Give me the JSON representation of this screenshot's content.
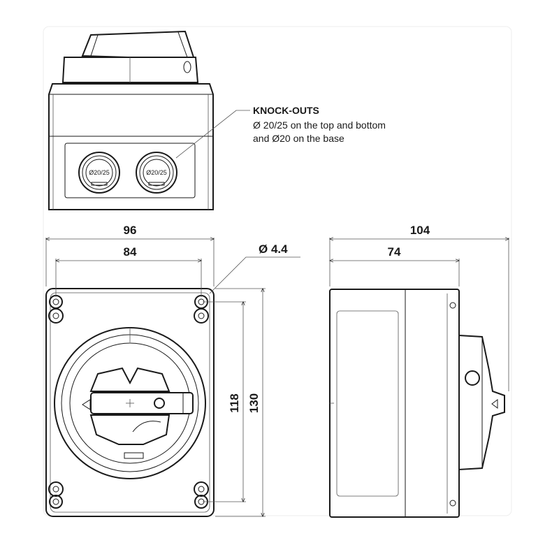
{
  "note": {
    "title": "KNOCK-OUTS",
    "line1": "Ø 20/25 on the top and bottom",
    "line2": "and Ø20 on the base"
  },
  "knockout_label": "Ø20/25",
  "dimensions": {
    "overall_width": "96",
    "hole_spacing_width": "84",
    "hole_diameter": "Ø 4.4",
    "overall_depth": "104",
    "body_depth": "74",
    "hole_spacing_height": "118",
    "overall_height": "130"
  },
  "colors": {
    "line": "#1a1a1a",
    "background": "#ffffff"
  }
}
